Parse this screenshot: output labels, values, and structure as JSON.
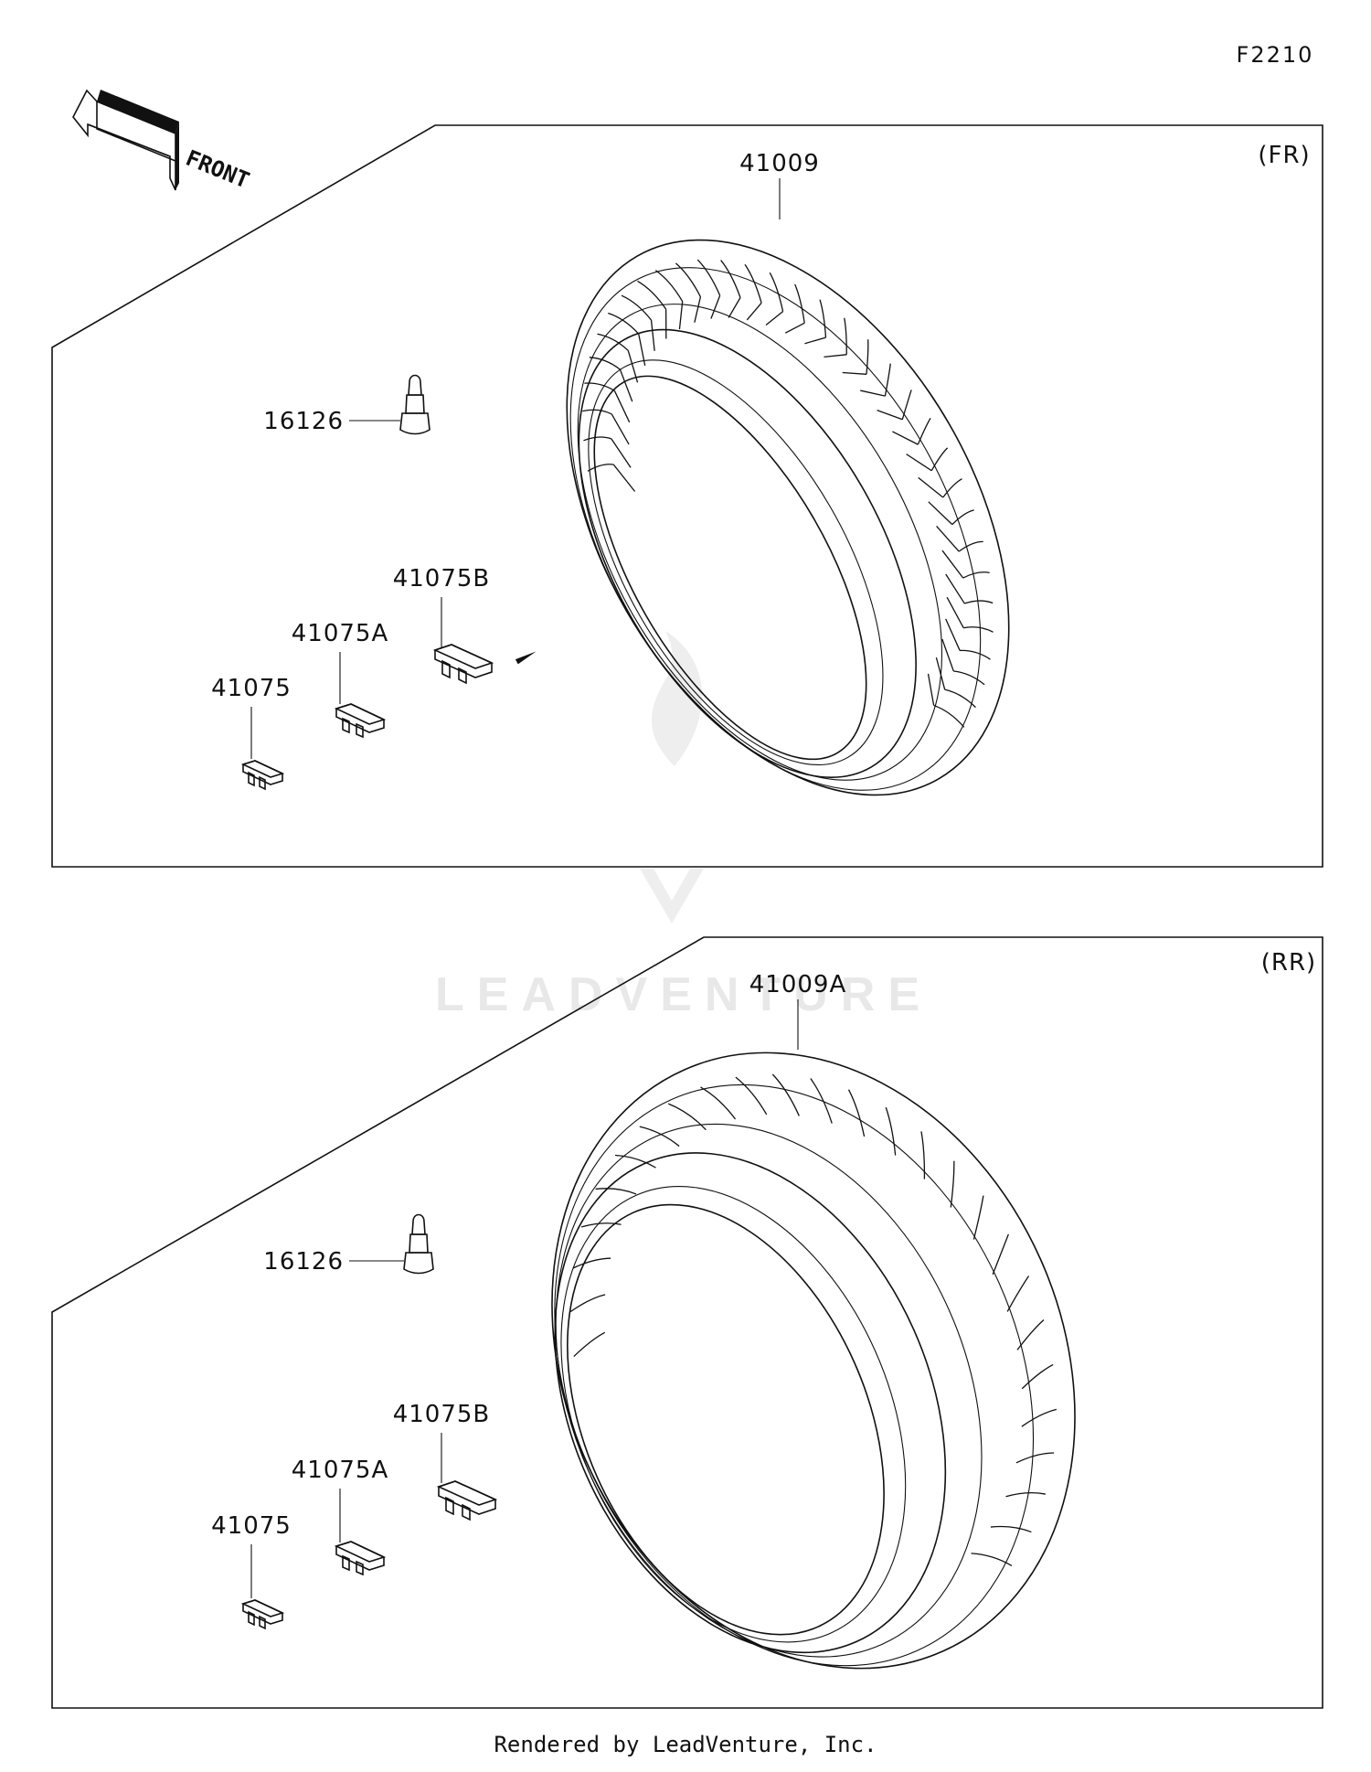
{
  "diagram_code": "F2210",
  "front_label": "FRONT",
  "watermark": "LEADVENTURE",
  "footer": "Rendered by LeadVenture, Inc.",
  "panels": [
    {
      "tag": "(FR)",
      "tire_part": "41009",
      "valve_part": "16126",
      "weights": [
        "41075B",
        "41075A",
        "41075"
      ]
    },
    {
      "tag": "(RR)",
      "tire_part": "41009A",
      "valve_part": "16126",
      "weights": [
        "41075B",
        "41075A",
        "41075"
      ]
    }
  ]
}
